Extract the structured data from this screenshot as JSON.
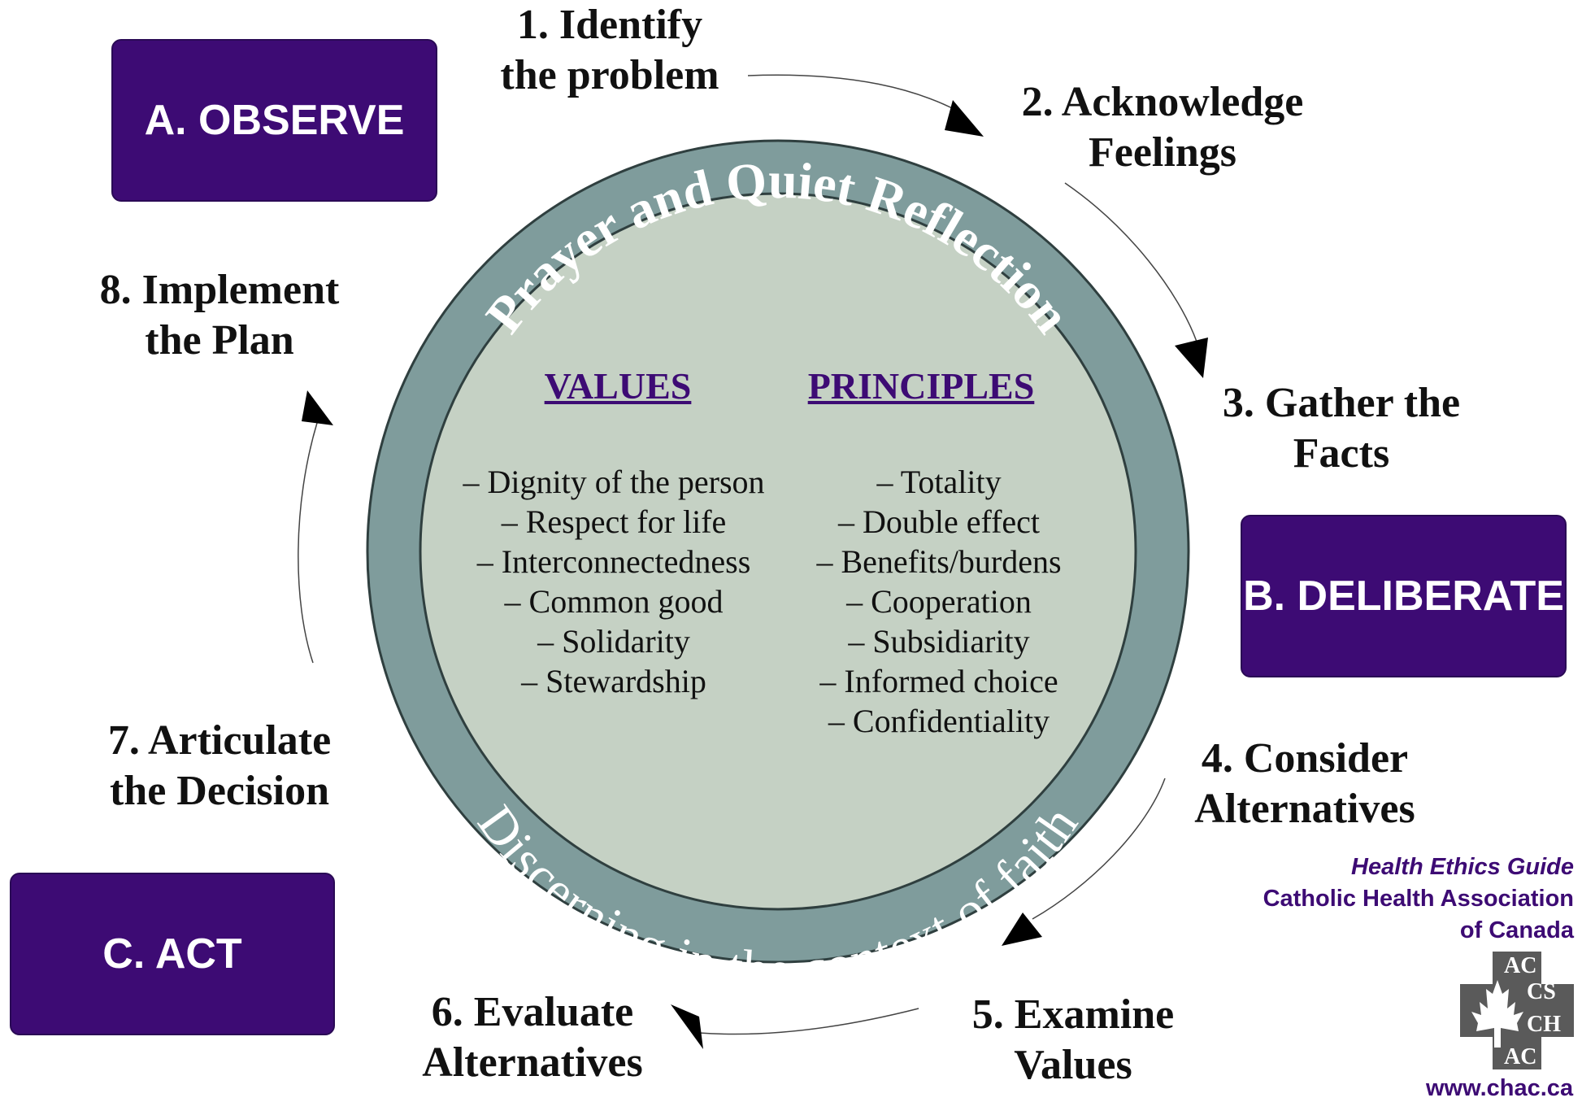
{
  "phases": {
    "observe": "A. OBSERVE",
    "deliberate": "B. DELIBERATE",
    "act": "C. ACT"
  },
  "steps": {
    "s1": [
      "1. Identify",
      "the problem"
    ],
    "s2": [
      "2. Acknowledge",
      "Feelings"
    ],
    "s3": [
      "3. Gather the",
      "Facts"
    ],
    "s4": [
      "4. Consider",
      "Alternatives"
    ],
    "s5": [
      "5. Examine",
      "Values"
    ],
    "s6": [
      "6. Evaluate",
      "Alternatives"
    ],
    "s7": [
      "7. Articulate",
      "the Decision"
    ],
    "s8": [
      "8. Implement",
      "the Plan"
    ]
  },
  "ring": {
    "top_text": "Prayer and Quiet Reflection",
    "bottom_text": "Discerning in the context of faith"
  },
  "values": {
    "heading": "VALUES",
    "items": [
      "– Dignity of the person",
      "– Respect for life",
      "– Interconnectedness",
      "– Common good",
      "– Solidarity",
      "– Stewardship"
    ]
  },
  "principles": {
    "heading": "PRINCIPLES",
    "items": [
      "– Totality",
      "– Double effect",
      "– Benefits/burdens",
      "– Cooperation",
      "– Subsidiarity",
      "– Informed choice",
      "– Confidentiality"
    ]
  },
  "credit": {
    "line1": "Health Ethics Guide",
    "line2": "Catholic Health Association",
    "line3": "of Canada"
  },
  "logo": {
    "letters": [
      "AC",
      "CS",
      "CH",
      "AC"
    ],
    "icon": "maple-leaf-icon"
  },
  "url": "www.chac.ca",
  "colors": {
    "phase_box": "#3d0b74",
    "ring": "#7f9c9c",
    "inner": "#c5d1c4",
    "heading": "#3d0b74"
  }
}
